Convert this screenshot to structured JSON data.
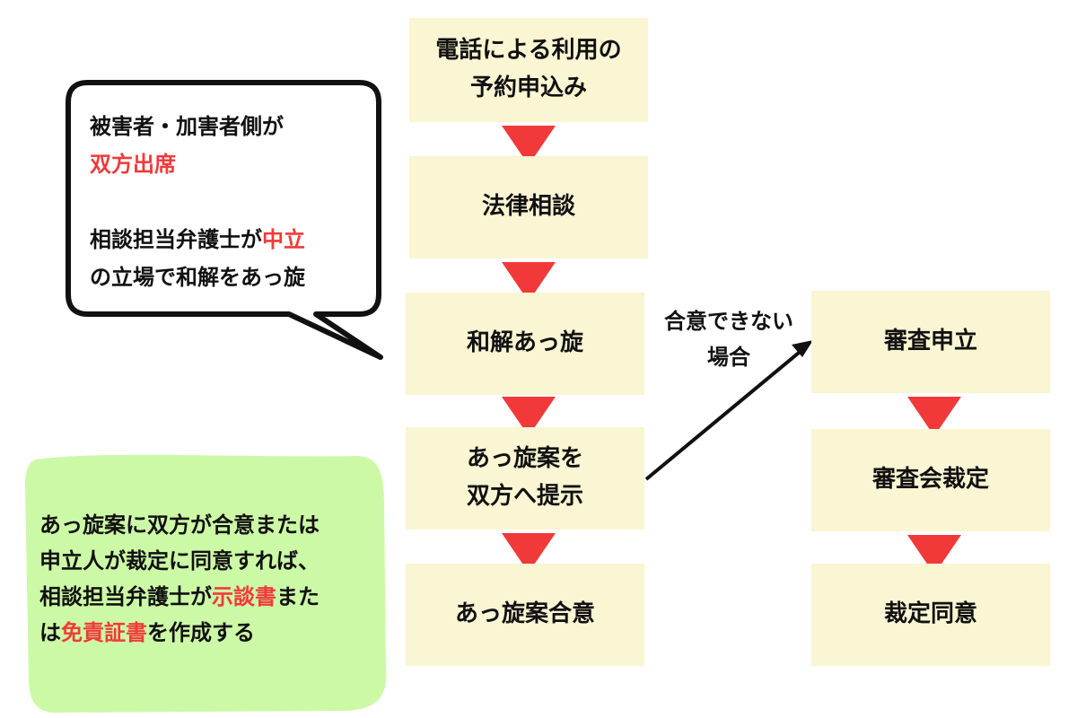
{
  "colors": {
    "box_fill": "#faf5d2",
    "arrow_red": "#f2393a",
    "note_fill": "#ccf9a6",
    "highlight_red": "#f2393a"
  },
  "left_flow": {
    "step1": {
      "line1": "電話による利用の",
      "line2": "予約申込み"
    },
    "step2": "法律相談",
    "step3": "和解あっ旋",
    "step4": {
      "line1": "あっ旋案を",
      "line2": "双方へ提示"
    },
    "step5": "あっ旋案合意"
  },
  "branch_label": {
    "line1": "合意できない",
    "line2": "場合"
  },
  "right_flow": {
    "step1": "審査申立",
    "step2": "審査会裁定",
    "step3": "裁定同意"
  },
  "bubble": {
    "line1": "被害者・加害者側が",
    "line2_red": "双方出席",
    "line3_pre": "相談担当弁護士が",
    "line3_red": "中立",
    "line4": "の立場で和解をあっ旋"
  },
  "note": {
    "line1": "あっ旋案に双方が合意または",
    "line2": "申立人が裁定に同意すれば、",
    "line3_pre": "相談担当弁護士が",
    "line3_red": "示談書",
    "line3_post": "また",
    "line4_pre": "は",
    "line4_red": "免責証書",
    "line4_post": "を作成する"
  }
}
